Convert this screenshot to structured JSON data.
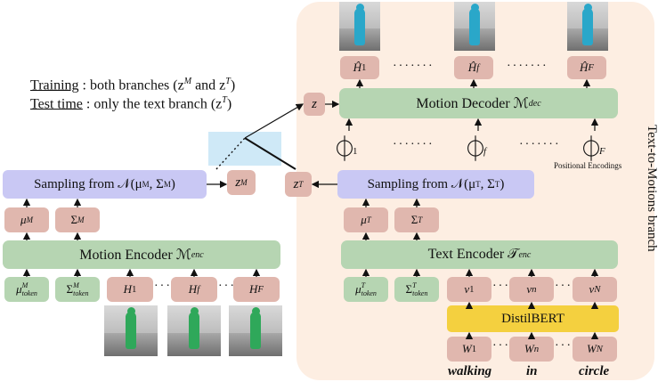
{
  "legend": {
    "training_label": "Training",
    "training_text": " : both branches (z",
    "training_sup_M": "M",
    "training_mid": " and z",
    "training_sup_T": "T",
    "training_end": ")",
    "test_label": "Test time",
    "test_text": " : only the text branch (z",
    "test_sup_T": "T",
    "test_end": ")"
  },
  "branch_label": "Text-to-Motions branch",
  "decoder": {
    "title": "Motion Decoder ℳ",
    "sub": "dec",
    "z": "z",
    "outputs": [
      "Ĥ",
      "Ĥ",
      "Ĥ"
    ],
    "output_subs": [
      "1",
      "f",
      "F"
    ],
    "pe_subs": [
      "1",
      "f",
      "F"
    ],
    "pe_label": "Positional Encodings"
  },
  "motion_branch": {
    "sampling": "Sampling from 𝒩(μ",
    "sampling_sup1": "M",
    "sampling_mid": ", Σ",
    "sampling_sup2": "M",
    "sampling_end": ")",
    "z": "z",
    "z_sup": "M",
    "mu": "μ",
    "mu_sup": "M",
    "sigma": "Σ",
    "sigma_sup": "M",
    "encoder": "Motion Encoder ℳ",
    "encoder_sub": "enc",
    "tokens": [
      {
        "main": "μ",
        "sup": "M",
        "sub": "token"
      },
      {
        "main": "Σ",
        "sup": "M",
        "sub": "token"
      }
    ],
    "inputs": [
      "H",
      "H",
      "H"
    ],
    "input_subs": [
      "1",
      "f",
      "F"
    ]
  },
  "text_branch": {
    "sampling": "Sampling from 𝒩(μ",
    "sampling_sup1": "T",
    "sampling_mid": ", Σ",
    "sampling_sup2": "T",
    "sampling_end": ")",
    "z": "z",
    "z_sup": "T",
    "mu": "μ",
    "mu_sup": "T",
    "sigma": "Σ",
    "sigma_sup": "T",
    "encoder": "Text Encoder 𝒯",
    "encoder_sub": "enc",
    "tokens": [
      {
        "main": "μ",
        "sup": "T",
        "sub": "token"
      },
      {
        "main": "Σ",
        "sup": "T",
        "sub": "token"
      }
    ],
    "vectors": [
      "v",
      "v",
      "v"
    ],
    "vector_subs": [
      "1",
      "n",
      "N"
    ],
    "distilbert": "DistilBERT",
    "words_in": [
      "W",
      "W",
      "W"
    ],
    "word_subs": [
      "1",
      "n",
      "N"
    ],
    "words": [
      "walking",
      "in",
      "circle"
    ]
  },
  "colors": {
    "red_box": "#e0b7ae",
    "green_box": "#b6d5b2",
    "purple_box": "#c9c8f4",
    "yellow_box": "#f4d03f",
    "branch_bg": "#fdeee2",
    "blue_highlight": "#cfe9f7"
  }
}
